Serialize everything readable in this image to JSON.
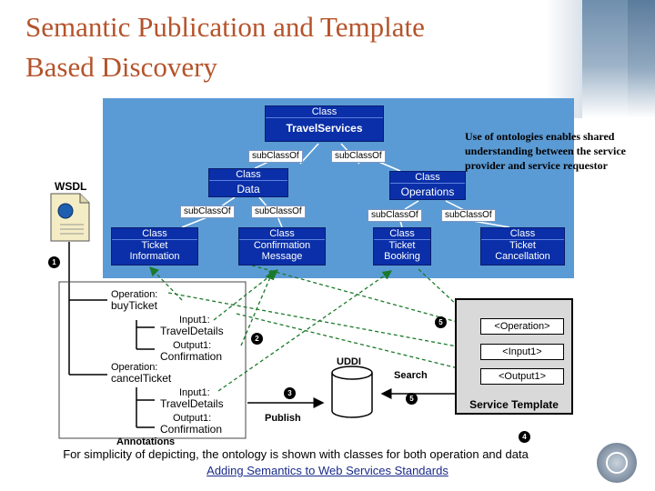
{
  "title_line1": "Semantic Publication and Template",
  "title_line2": "Based Discovery",
  "ontology": {
    "class_header": "Class",
    "sub_class_of": "subClassOf",
    "root": "TravelServices",
    "data": "Data",
    "operations": "Operations",
    "ticket_information": [
      "Ticket",
      "Information"
    ],
    "confirmation_message": [
      "Confirmation",
      "Message"
    ],
    "ticket_booking": [
      "Ticket",
      "Booking"
    ],
    "ticket_cancellation": [
      "Ticket",
      "Cancellation"
    ]
  },
  "note": "Use of ontologies enables shared understanding between the service provider and service requestor",
  "wsdl": {
    "label": "WSDL",
    "op1": [
      "Operation:",
      "buyTicket"
    ],
    "input1a": [
      "Input1:",
      "TravelDetails"
    ],
    "output1a": [
      "Output1:",
      "Confirmation"
    ],
    "op2": [
      "Operation:",
      "cancelTicket"
    ],
    "input1b": [
      "Input1:",
      "TravelDetails"
    ],
    "output1b": [
      "Output1:",
      "Confirmation"
    ],
    "annotations": "Annotations"
  },
  "uddi": {
    "label": "UDDI",
    "search": "Search",
    "publish": "Publish"
  },
  "template": {
    "operation": "<Operation>",
    "input": "<Input1>",
    "output": "<Output1>",
    "title": "Service Template"
  },
  "steps": [
    "1",
    "2",
    "3",
    "4",
    "5",
    "5"
  ],
  "footer": {
    "caption": "For simplicity of depicting, the ontology is shown with classes for both operation and data",
    "link": "Adding Semantics to Web Services Standards"
  },
  "colors": {
    "title": "#b5532b",
    "ontology_bg": "#5b9bd5",
    "class_fill": "#0a2fa8",
    "link": "#1a2a8a"
  }
}
